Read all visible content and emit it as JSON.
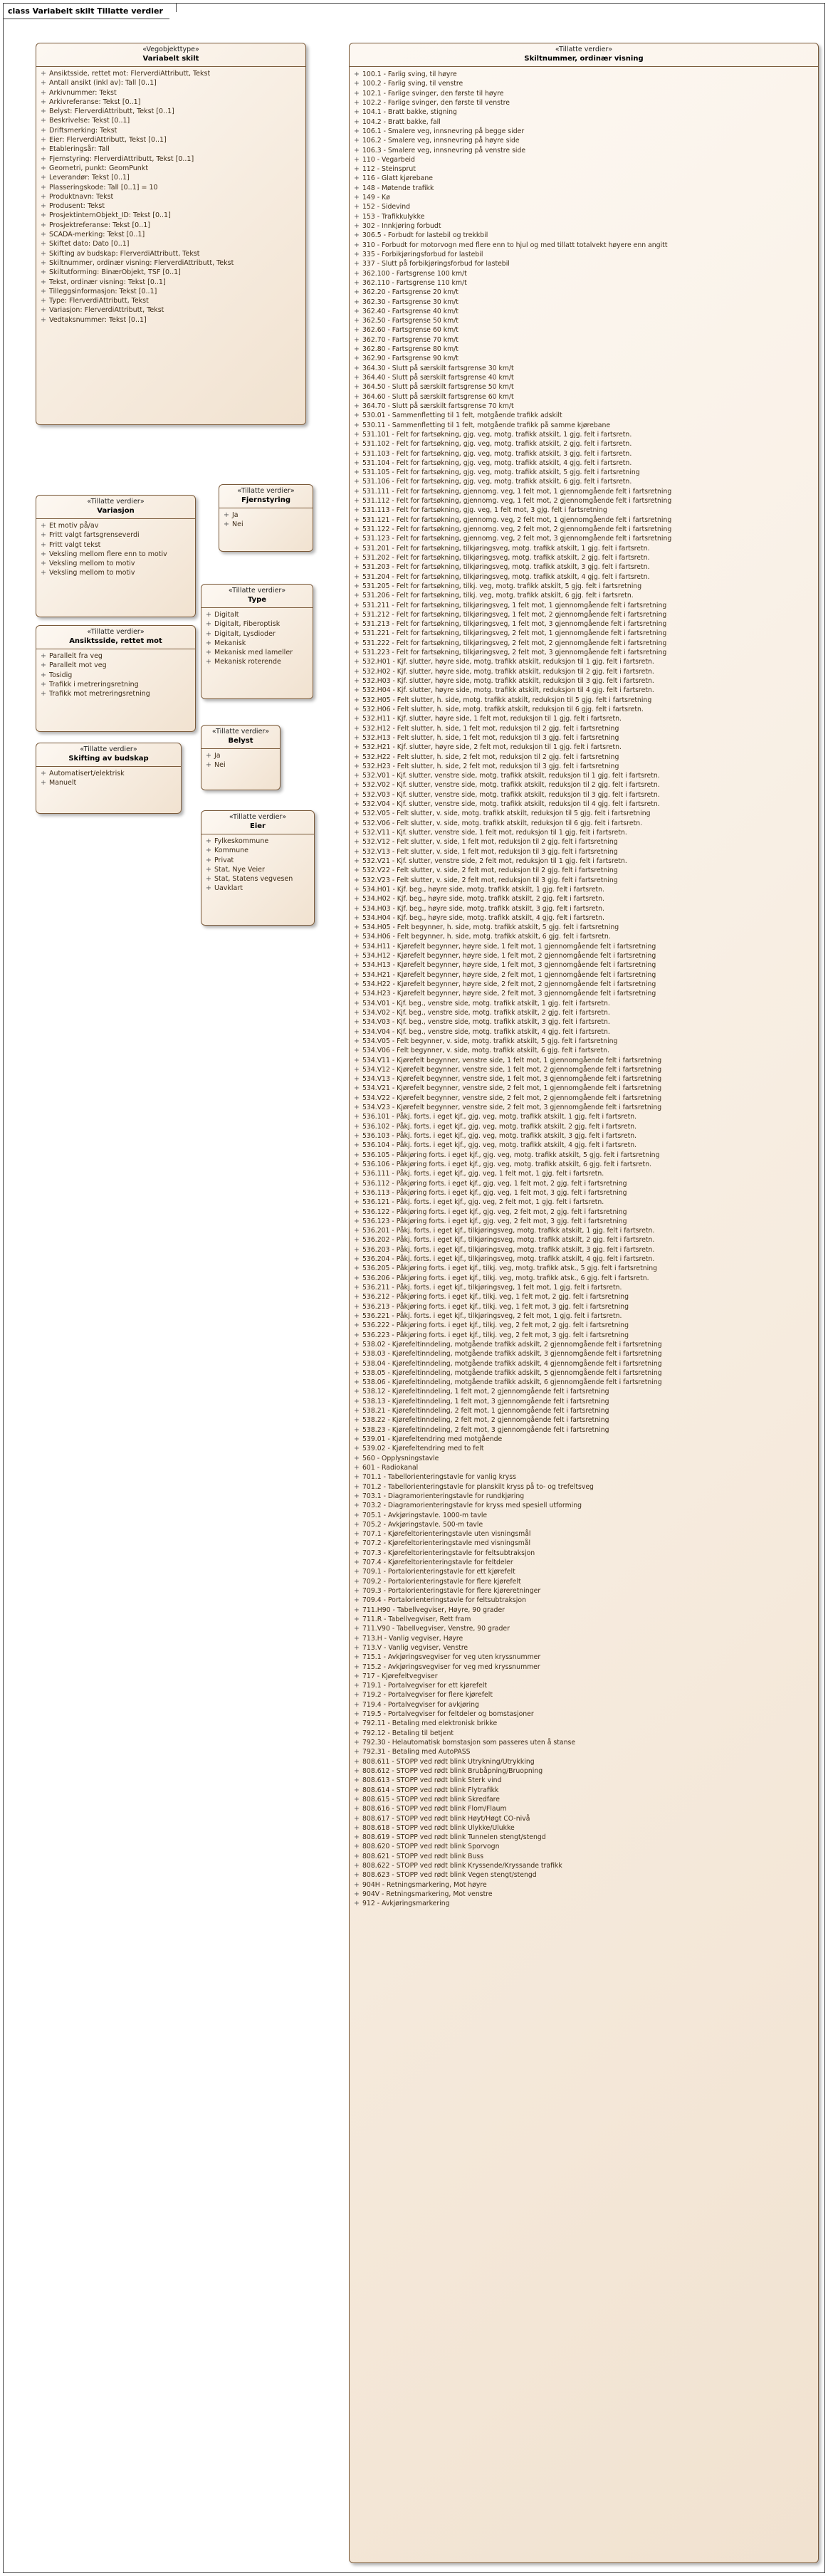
{
  "frame": {
    "title": "class Variabelt skilt Tillatte verdier"
  },
  "colors": {
    "fill_start": "#fdf8f2",
    "fill_end": "#f1e2d0",
    "border": "#7a5a3a"
  },
  "classes": {
    "variabelt_skilt": {
      "stereotype": "«Vegobjekttype»",
      "name": "Variabelt skilt",
      "attributes": [
        "Ansiktsside, rettet mot: FlerverdiAttributt, Tekst",
        "Antall ansikt (inkl av): Tall [0..1]",
        "Arkivnummer: Tekst",
        "Arkivreferanse: Tekst [0..1]",
        "Belyst: FlerverdiAttributt, Tekst [0..1]",
        "Beskrivelse: Tekst [0..1]",
        "Driftsmerking: Tekst",
        "Eier: FlerverdiAttributt, Tekst [0..1]",
        "Etableringsår: Tall",
        "Fjernstyring: FlerverdiAttributt, Tekst [0..1]",
        "Geometri, punkt: GeomPunkt",
        "Leverandør: Tekst [0..1]",
        "Plasseringskode: Tall [0..1] = 10",
        "Produktnavn: Tekst",
        "Produsent: Tekst",
        "ProsjektinternObjekt_ID: Tekst [0..1]",
        "Prosjektreferanse: Tekst [0..1]",
        "SCADA-merking: Tekst [0..1]",
        "Skiftet dato: Dato [0..1]",
        "Skifting av budskap: FlerverdiAttributt, Tekst",
        "Skiltnummer, ordinær visning: FlerverdiAttributt, Tekst",
        "Skiltutforming: BinærObjekt, TSF [0..1]",
        "Tekst, ordinær visning: Tekst [0..1]",
        "Tilleggsinformasjon: Tekst [0..1]",
        "Type: FlerverdiAttributt, Tekst",
        "Variasjon: FlerverdiAttributt, Tekst",
        "Vedtaksnummer: Tekst [0..1]"
      ]
    },
    "variasjon": {
      "stereotype": "«Tillatte verdier»",
      "name": "Variasjon",
      "attributes": [
        "Et motiv på/av",
        "Fritt valgt fartsgrenseverdi",
        "Fritt valgt tekst",
        "Veksling mellom flere enn to motiv",
        "Veksling mellom to motiv",
        "Veksling mellom to motiv"
      ]
    },
    "fjernstyring": {
      "stereotype": "«Tillatte verdier»",
      "name": "Fjernstyring",
      "attributes": [
        "Ja",
        "Nei"
      ]
    },
    "type": {
      "stereotype": "«Tillatte verdier»",
      "name": "Type",
      "attributes": [
        "Digitalt",
        "Digitalt, Fiberoptisk",
        "Digitalt, Lysdioder",
        "Mekanisk",
        "Mekanisk med lameller",
        "Mekanisk roterende"
      ]
    },
    "ansiktsside": {
      "stereotype": "«Tillatte verdier»",
      "name": "Ansiktsside, rettet mot",
      "attributes": [
        "Parallelt fra veg",
        "Parallelt mot veg",
        "Tosidig",
        "Trafikk i metreringsretning",
        "Trafikk mot metreringsretning"
      ]
    },
    "belyst": {
      "stereotype": "«Tillatte verdier»",
      "name": "Belyst",
      "attributes": [
        "Ja",
        "Nei"
      ]
    },
    "skifting": {
      "stereotype": "«Tillatte verdier»",
      "name": "Skifting av budskap",
      "attributes": [
        "Automatisert/elektrisk",
        "Manuelt"
      ]
    },
    "eier": {
      "stereotype": "«Tillatte verdier»",
      "name": "Eier",
      "attributes": [
        "Fylkeskommune",
        "Kommune",
        "Privat",
        "Stat, Nye Veier",
        "Stat, Statens vegvesen",
        "Uavklart"
      ]
    },
    "skiltnummer": {
      "stereotype": "«Tillatte verdier»",
      "name": "Skiltnummer, ordinær visning",
      "attributes": [
        "100.1 - Farlig sving, til høyre",
        "100.2 - Farlig sving, til venstre",
        "102.1 - Farlige svinger, den første til høyre",
        "102.2 - Farlige svinger, den første til venstre",
        "104.1 - Bratt bakke, stigning",
        "104.2 - Bratt bakke, fall",
        "106.1 - Smalere veg, innsnevring på begge sider",
        "106.2 - Smalere veg, innsnevring på høyre side",
        "106.3 - Smalere veg, innsnevring på venstre side",
        "110 - Vegarbeid",
        "112 - Steinsprut",
        "116 - Glatt kjørebane",
        "148 - Møtende trafikk",
        "149 - Kø",
        "152 - Sidevind",
        "153 - Trafikkulykke",
        "302 - Innkjøring forbudt",
        "306.5 - Forbudt for lastebil og trekkbil",
        "310 - Forbudt for motorvogn med flere enn to hjul og med tillatt totalvekt høyere enn angitt",
        "335 - Forbikjøringsforbud for lastebil",
        "337 - Slutt på forbikjøringsforbud for lastebil",
        "362.100 - Fartsgrense 100 km/t",
        "362.110 - Fartsgrense 110 km/t",
        "362.20 - Fartsgrense 20 km/t",
        "362.30 - Fartsgrense 30 km/t",
        "362.40 - Fartsgrense 40 km/t",
        "362.50 - Fartsgrense 50 km/t",
        "362.60 - Fartsgrense 60 km/t",
        "362.70 - Fartsgrense 70 km/t",
        "362.80 - Fartsgrense 80 km/t",
        "362.90 - Fartsgrense 90 km/t",
        "364.30 - Slutt på særskilt fartsgrense 30 km/t",
        "364.40 - Slutt på særskilt fartsgrense 40 km/t",
        "364.50 - Slutt på særskilt fartsgrense 50 km/t",
        "364.60 - Slutt på særskilt fartsgrense 60 km/t",
        "364.70 - Slutt på særskilt fartsgrense 70 km/t",
        "530.01 - Sammenfletting til 1 felt, motgående trafikk adskilt",
        "530.11 - Sammenfletting til 1 felt, motgående trafikk på samme kjørebane",
        "531.101 - Felt for fartsøkning, gjg. veg, motg. trafikk atskilt, 1 gjg. felt i fartsretn.",
        "531.102 - Felt for fartsøkning, gjg. veg, motg. trafikk atskilt, 2 gjg. felt i fartsretn.",
        "531.103 - Felt for fartsøkning, gjg. veg, motg. trafikk atskilt, 3 gjg. felt i fartsretn.",
        "531.104 - Felt for fartsøkning, gjg. veg, motg. trafikk atskilt, 4 gjg. felt i fartsretn.",
        "531.105 - Felt for fartsøkning, gjg. veg, motg. trafikk atskilt, 5 gjg. felt i fartsretning",
        "531.106 - Felt for fartsøkning, gjg. veg, motg. trafikk atskilt, 6 gjg. felt i fartsretn.",
        "531.111 - Felt for fartsøkning, gjennomg. veg, 1 felt mot, 1 gjennomgående felt i fartsretning",
        "531.112 - Felt for fartsøkning, gjennomg. veg, 1 felt mot, 2 gjennomgående felt i fartsretning",
        "531.113 - Felt for fartsøkning, gjg. veg, 1 felt mot, 3 gjg. felt i fartsretning",
        "531.121 - Felt for fartsøkning, gjennomg. veg, 2 felt mot, 1 gjennomgående felt i fartsretning",
        "531.122 - Felt for fartsøkning, gjennomg. veg, 2 felt mot, 2 gjennomgående felt i fartsretning",
        "531.123 - Felt for fartsøkning, gjennomg. veg, 2 felt mot, 3 gjennomgående felt i fartsretning",
        "531.201 - Felt for fartsøkning, tilkjøringsveg, motg. trafikk atskilt, 1 gjg. felt i fartsretn.",
        "531.202 - Felt for fartsøkning, tilkjøringsveg, motg. trafikk atskilt, 2 gjg. felt i fartsretn.",
        "531.203 - Felt for fartsøkning, tilkjøringsveg, motg. trafikk atskilt, 3 gjg. felt i fartsretn.",
        "531.204 - Felt for fartsøkning, tilkjøringsveg, motg. trafikk atskilt, 4 gjg. felt i fartsretn.",
        "531.205 - Felt for fartsøkning, tilkj. veg, motg. trafikk atskilt, 5 gjg. felt i fartsretning",
        "531.206 - Felt for fartsøkning, tilkj. veg, motg. trafikk atskilt, 6 gjg. felt i fartsretn.",
        "531.211 - Felt for fartsøkning, tilkjøringsveg, 1 felt mot, 1 gjennomgående felt i fartsretning",
        "531.212 - Felt for fartsøkning, tilkjøringsveg, 1 felt mot, 2 gjennomgående felt i fartsretning",
        "531.213 - Felt for fartsøkning, tilkjøringsveg, 1 felt mot, 3 gjennomgående felt i fartsretning",
        "531.221 - Felt for fartsøkning, tilkjøringsveg, 2 felt mot, 1 gjennomgående felt i fartsretning",
        "531.222 - Felt for fartsøkning, tilkjøringsveg, 2 felt mot, 2 gjennomgående felt i fartsretning",
        "531.223 - Felt for fartsøkning, tilkjøringsveg, 2 felt mot, 3 gjennomgående felt i fartsretning",
        "532.H01 - Kjf. slutter, høyre side, motg. trafikk atskilt, reduksjon til 1 gjg. felt i fartsretn.",
        "532.H02 - Kjf. slutter, høyre side, motg. trafikk atskilt, reduksjon til 2 gjg. felt i fartsretn.",
        "532.H03 - Kjf. slutter, høyre side, motg. trafikk atskilt, reduksjon til 3 gjg. felt i fartsretn.",
        "532.H04 - Kjf. slutter, høyre side, motg. trafikk atskilt, reduksjon til 4 gjg. felt i fartsretn.",
        "532.H05 - Felt slutter, h. side, motg. trafikk atskilt, reduksjon til 5 gjg. felt i fartsretning",
        "532.H06 - Felt slutter, h. side, motg. trafikk atskilt, reduksjon til 6 gjg. felt i fartsretn.",
        "532.H11 - Kjf. slutter, høyre side, 1 felt mot, reduksjon til 1 gjg. felt i fartsretn.",
        "532.H12 - Felt slutter, h. side, 1 felt mot, reduksjon til 2 gjg. felt i fartsretning",
        "532.H13 - Felt slutter, h. side, 1 felt mot, reduksjon til 3 gjg. felt i fartsretning",
        "532.H21 - Kjf. slutter, høyre side, 2 felt mot, reduksjon til 1 gjg. felt i fartsretn.",
        "532.H22 - Felt slutter, h. side, 2 felt mot, reduksjon til 2 gjg. felt i fartsretning",
        "532.H23 - Felt slutter, h. side, 2 felt mot, reduksjon til 3 gjg. felt i fartsretning",
        "532.V01 - Kjf. slutter, venstre side, motg. trafikk atskilt, reduksjon til 1 gjg. felt i fartsretn.",
        "532.V02 - Kjf. slutter, venstre side, motg. trafikk atskilt, reduksjon til 2 gjg. felt i fartsretn.",
        "532.V03 - Kjf. slutter, venstre side, motg. trafikk atskilt, reduksjon til 3 gjg. felt i fartsretn.",
        "532.V04 - Kjf. slutter, venstre side, motg. trafikk atskilt, reduksjon til 4 gjg. felt i fartsretn.",
        "532.V05 - Felt slutter, v. side, motg. trafikk atskilt, reduksjon til 5 gjg. felt i fartsretning",
        "532.V06 - Felt slutter, v. side, motg. trafikk atskilt, reduksjon til 6 gjg. felt i fartsretn.",
        "532.V11 - Kjf. slutter, venstre side, 1 felt mot, reduksjon til 1 gjg. felt i fartsretn.",
        "532.V12 - Felt slutter, v. side, 1 felt mot, reduksjon til 2 gjg. felt i fartsretning",
        "532.V13 - Felt slutter, v. side, 1 felt mot, reduksjon til 3 gjg. felt i fartsretning",
        "532.V21 - Kjf. slutter, venstre side, 2 felt mot, reduksjon til 1 gjg. felt i fartsretn.",
        "532.V22 - Felt slutter, v. side, 2 felt mot, reduksjon til 2 gjg. felt i fartsretning",
        "532.V23 - Felt slutter, v. side, 2 felt mot, reduksjon til 3 gjg. felt i fartsretning",
        "534.H01 - Kjf. beg., høyre side, motg. trafikk atskilt, 1 gjg. felt i fartsretn.",
        "534.H02 - Kjf. beg., høyre side, motg. trafikk atskilt, 2 gjg. felt i fartsretn.",
        "534.H03 - Kjf. beg., høyre side, motg. trafikk atskilt, 3 gjg. felt i fartsretn.",
        "534.H04 - Kjf. beg., høyre side, motg. trafikk atskilt, 4 gjg. felt i fartsretn.",
        "534.H05 - Felt begynner, h. side, motg. trafikk atskilt, 5 gjg. felt i fartsretning",
        "534.H06 - Felt begynner, h. side, motg. trafikk atskilt, 6 gjg. felt i fartsretn.",
        "534.H11 - Kjørefelt begynner, høyre side, 1 felt mot, 1 gjennomgående felt i fartsretning",
        "534.H12 - Kjørefelt begynner, høyre side, 1 felt mot, 2 gjennomgående felt i fartsretning",
        "534.H13 - Kjørefelt begynner, høyre side, 1 felt mot, 3 gjennomgående felt i fartsretning",
        "534.H21 - Kjørefelt begynner, høyre side, 2 felt mot, 1 gjennomgående felt i fartsretning",
        "534.H22 - Kjørefelt begynner, høyre side, 2 felt mot, 2 gjennomgående felt i fartsretning",
        "534.H23 - Kjørefelt begynner, høyre side, 2 felt mot, 3 gjennomgående felt i fartsretning",
        "534.V01 - Kjf. beg., venstre side, motg. trafikk atskilt, 1 gjg. felt i fartsretn.",
        "534.V02 - Kjf. beg., venstre side, motg. trafikk atskilt, 2 gjg. felt i fartsretn.",
        "534.V03 - Kjf. beg., venstre side, motg. trafikk atskilt, 3 gjg. felt i fartsretn.",
        "534.V04 - Kjf. beg., venstre side, motg. trafikk atskilt, 4 gjg. felt i fartsretn.",
        "534.V05 - Felt begynner, v. side, motg. trafikk atskilt, 5 gjg. felt i fartsretning",
        "534.V06 - Felt begynner, v. side, motg. trafikk atskilt, 6 gjg. felt i fartsretn.",
        "534.V11 - Kjørefelt begynner, venstre side, 1 felt mot, 1 gjennomgående felt i fartsretning",
        "534.V12 - Kjørefelt begynner, venstre side, 1 felt mot, 2 gjennomgående felt i fartsretning",
        "534.V13 - Kjørefelt begynner, venstre side, 1 felt mot, 3 gjennomgående felt i fartsretning",
        "534.V21 - Kjørefelt begynner, venstre side, 2 felt mot, 1 gjennomgående felt i fartsretning",
        "534.V22 - Kjørefelt begynner, venstre side, 2 felt mot, 2 gjennomgående felt i fartsretning",
        "534.V23 - Kjørefelt begynner, venstre side, 2 felt mot, 3 gjennomgående felt i fartsretning",
        "536.101 - Påkj. forts. i eget kjf., gjg. veg, motg. trafikk atskilt, 1 gjg. felt i fartsretn.",
        "536.102 - Påkj. forts. i eget kjf., gjg. veg, motg. trafikk atskilt, 2 gjg. felt i fartsretn.",
        "536.103 - Påkj. forts. i eget kjf., gjg. veg, motg. trafikk atskilt, 3 gjg. felt i fartsretn.",
        "536.104 - Påkj. forts. i eget kjf., gjg. veg, motg. trafikk atskilt, 4 gjg. felt i fartsretn.",
        "536.105 - Påkjøring forts. i eget kjf., gjg. veg, motg. trafikk atskilt, 5 gjg. felt i fartsretning",
        "536.106 - Påkjøring forts. i eget kjf., gjg. veg, motg. trafikk atskilt, 6 gjg. felt i fartsretn.",
        "536.111 - Påkj. forts. i eget kjf., gjg. veg, 1 felt mot, 1 gjg. felt i fartsretn.",
        "536.112 - Påkjøring forts. i eget kjf., gjg. veg, 1 felt mot, 2 gjg. felt i fartsretning",
        "536.113 - Påkjøring forts. i eget kjf., gjg. veg, 1 felt mot, 3 gjg. felt i fartsretning",
        "536.121 - Påkj. forts. i eget kjf., gjg. veg, 2 felt mot, 1 gjg. felt i fartsretn.",
        "536.122 - Påkjøring forts. i eget kjf., gjg. veg, 2 felt mot, 2 gjg. felt i fartsretning",
        "536.123 - Påkjøring forts. i eget kjf., gjg. veg, 2 felt mot, 3 gjg. felt i fartsretning",
        "536.201 - Påkj. forts. i eget kjf., tilkjøringsveg, motg. trafikk atskilt, 1 gjg. felt i fartsretn.",
        "536.202 - Påkj. forts. i eget kjf., tilkjøringsveg, motg. trafikk atskilt, 2 gjg. felt i fartsretn.",
        "536.203 - Påkj. forts. i eget kjf., tilkjøringsveg, motg. trafikk atskilt, 3 gjg. felt i fartsretn.",
        "536.204 - Påkj. forts. i eget kjf., tilkjøringsveg, motg. trafikk atskilt, 4 gjg. felt i fartsretn.",
        "536.205 - Påkjøring forts. i eget kjf., tilkj. veg, motg. trafikk atsk., 5 gjg. felt i fartsretning",
        "536.206 - Påkjøring forts. i eget kjf., tilkj. veg, motg. trafikk atsk., 6 gjg. felt i fartsretn.",
        "536.211 - Påkj. forts. i eget kjf., tilkjøringsveg, 1 felt mot, 1 gjg. felt i fartsretn.",
        "536.212 - Påkjøring forts. i eget kjf., tilkj. veg, 1 felt mot, 2 gjg. felt i fartsretning",
        "536.213 - Påkjøring forts. i eget kjf., tilkj. veg, 1 felt mot, 3 gjg. felt i fartsretning",
        "536.221 - Påkj. forts. i eget kjf., tilkjøringsveg, 2 felt mot, 1 gjg. felt i fartsretn.",
        "536.222 - Påkjøring forts. i eget kjf., tilkj. veg, 2 felt mot, 2 gjg. felt i fartsretning",
        "536.223 - Påkjøring forts. i eget kjf., tilkj. veg, 2 felt mot, 3 gjg. felt i fartsretning",
        "538.02 - Kjørefeltinndeling, motgående trafikk adskilt, 2 gjennomgående felt i fartsretning",
        "538.03 - Kjørefeltinndeling, motgående trafikk adskilt, 3 gjennomgående felt i fartsretning",
        "538.04 - Kjørefeltinndeling, motgående trafikk adskilt, 4 gjennomgående felt i fartsretning",
        "538.05 - Kjørefeltinndeling, motgående trafikk adskilt, 5 gjennomgående felt i fartsretning",
        "538.06 - Kjørefeltinndeling, motgående trafikk adskilt, 6 gjennomgående felt i fartsretning",
        "538.12 - Kjørefeltinndeling, 1 felt mot, 2 gjennomgående felt i fartsretning",
        "538.13 - Kjørefeltinndeling, 1 felt mot, 3 gjennomgående felt i fartsretning",
        "538.21 - Kjørefeltinndeling, 2 felt mot, 1 gjennomgående felt i fartsretning",
        "538.22 - Kjørefeltinndeling, 2 felt mot, 2 gjennomgående felt i fartsretning",
        "538.23 - Kjørefeltinndeling, 2 felt mot, 3 gjennomgående felt i fartsretning",
        "539.01 - Kjørefeltendring med motgående",
        "539.02 - Kjørefeltendring med to felt",
        "560 - Opplysningstavle",
        "601 - Radiokanal",
        "701.1 - Tabellorienteringstavle for vanlig kryss",
        "701.2 - Tabellorienteringstavle for planskilt kryss på to- og trefeltsveg",
        "703.1 - Diagramorienteringstavle for rundkjøring",
        "703.2 - Diagramorienteringstavle for kryss med spesiell utforming",
        "705.1 - Avkjøringstavle. 1000-m tavle",
        "705.2 - Avkjøringstavle. 500-m tavle",
        "707.1 - Kjørefeltorienteringstavle uten visningsmål",
        "707.2 - Kjørefeltorienteringstavle med visningsmål",
        "707.3 - Kjørefeltorienteringstavle for feltsubtraksjon",
        "707.4 - Kjørefeltorienteringstavle for feltdeler",
        "709.1 - Portalorienteringstavle for ett kjørefelt",
        "709.2 - Portalorienteringstavle for flere kjørefelt",
        "709.3 - Portalorienteringstavle for flere kjøreretninger",
        "709.4 - Portalorienteringstavle for feltsubtraksjon",
        "711.H90 - Tabellvegviser, Høyre, 90 grader",
        "711.R - Tabellvegviser, Rett fram",
        "711.V90 - Tabellvegviser, Venstre, 90 grader",
        "713.H - Vanlig vegviser, Høyre",
        "713.V - Vanlig vegviser, Venstre",
        "715.1 - Avkjøringsvegviser for veg uten kryssnummer",
        "715.2 - Avkjøringsvegviser for veg med kryssnummer",
        "717 - Kjørefeltvegviser",
        "719.1 - Portalvegviser for ett kjørefelt",
        "719.2 - Portalvegviser for flere kjørefelt",
        "719.4 - Portalvegviser for avkjøring",
        "719.5 - Portalvegviser for feltdeler og bomstasjoner",
        "792.11 - Betaling med elektronisk brikke",
        "792.12 - Betaling til betjent",
        "792.30 - Helautomatisk bomstasjon som passeres uten å stanse",
        "792.31 - Betaling med AutoPASS",
        "808.611 - STOPP ved rødt blink Utrykning/Utrykking",
        "808.612 - STOPP ved rødt blink Brubåpning/Bruopning",
        "808.613 - STOPP ved rødt blink Sterk vind",
        "808.614 - STOPP ved rødt blink Flytrafikk",
        "808.615 - STOPP ved rødt blink Skredfare",
        "808.616 - STOPP ved rødt blink Flom/Flaum",
        "808.617 - STOPP ved rødt blink Høyt/Høgt CO-nivå",
        "808.618 - STOPP ved rødt blink Ulykke/Ulukke",
        "808.619 - STOPP ved rødt blink Tunnelen stengt/stengd",
        "808.620 - STOPP ved rødt blink Sporvogn",
        "808.621 - STOPP ved rødt blink Buss",
        "808.622 - STOPP ved rødt blink Kryssende/Kryssande trafikk",
        "808.623 - STOPP ved rødt blink Vegen stengt/stengd",
        "904H - Retningsmarkering, Mot høyre",
        "904V - Retningsmarkering, Mot venstre",
        "912 - Avkjøringsmarkering"
      ]
    }
  }
}
